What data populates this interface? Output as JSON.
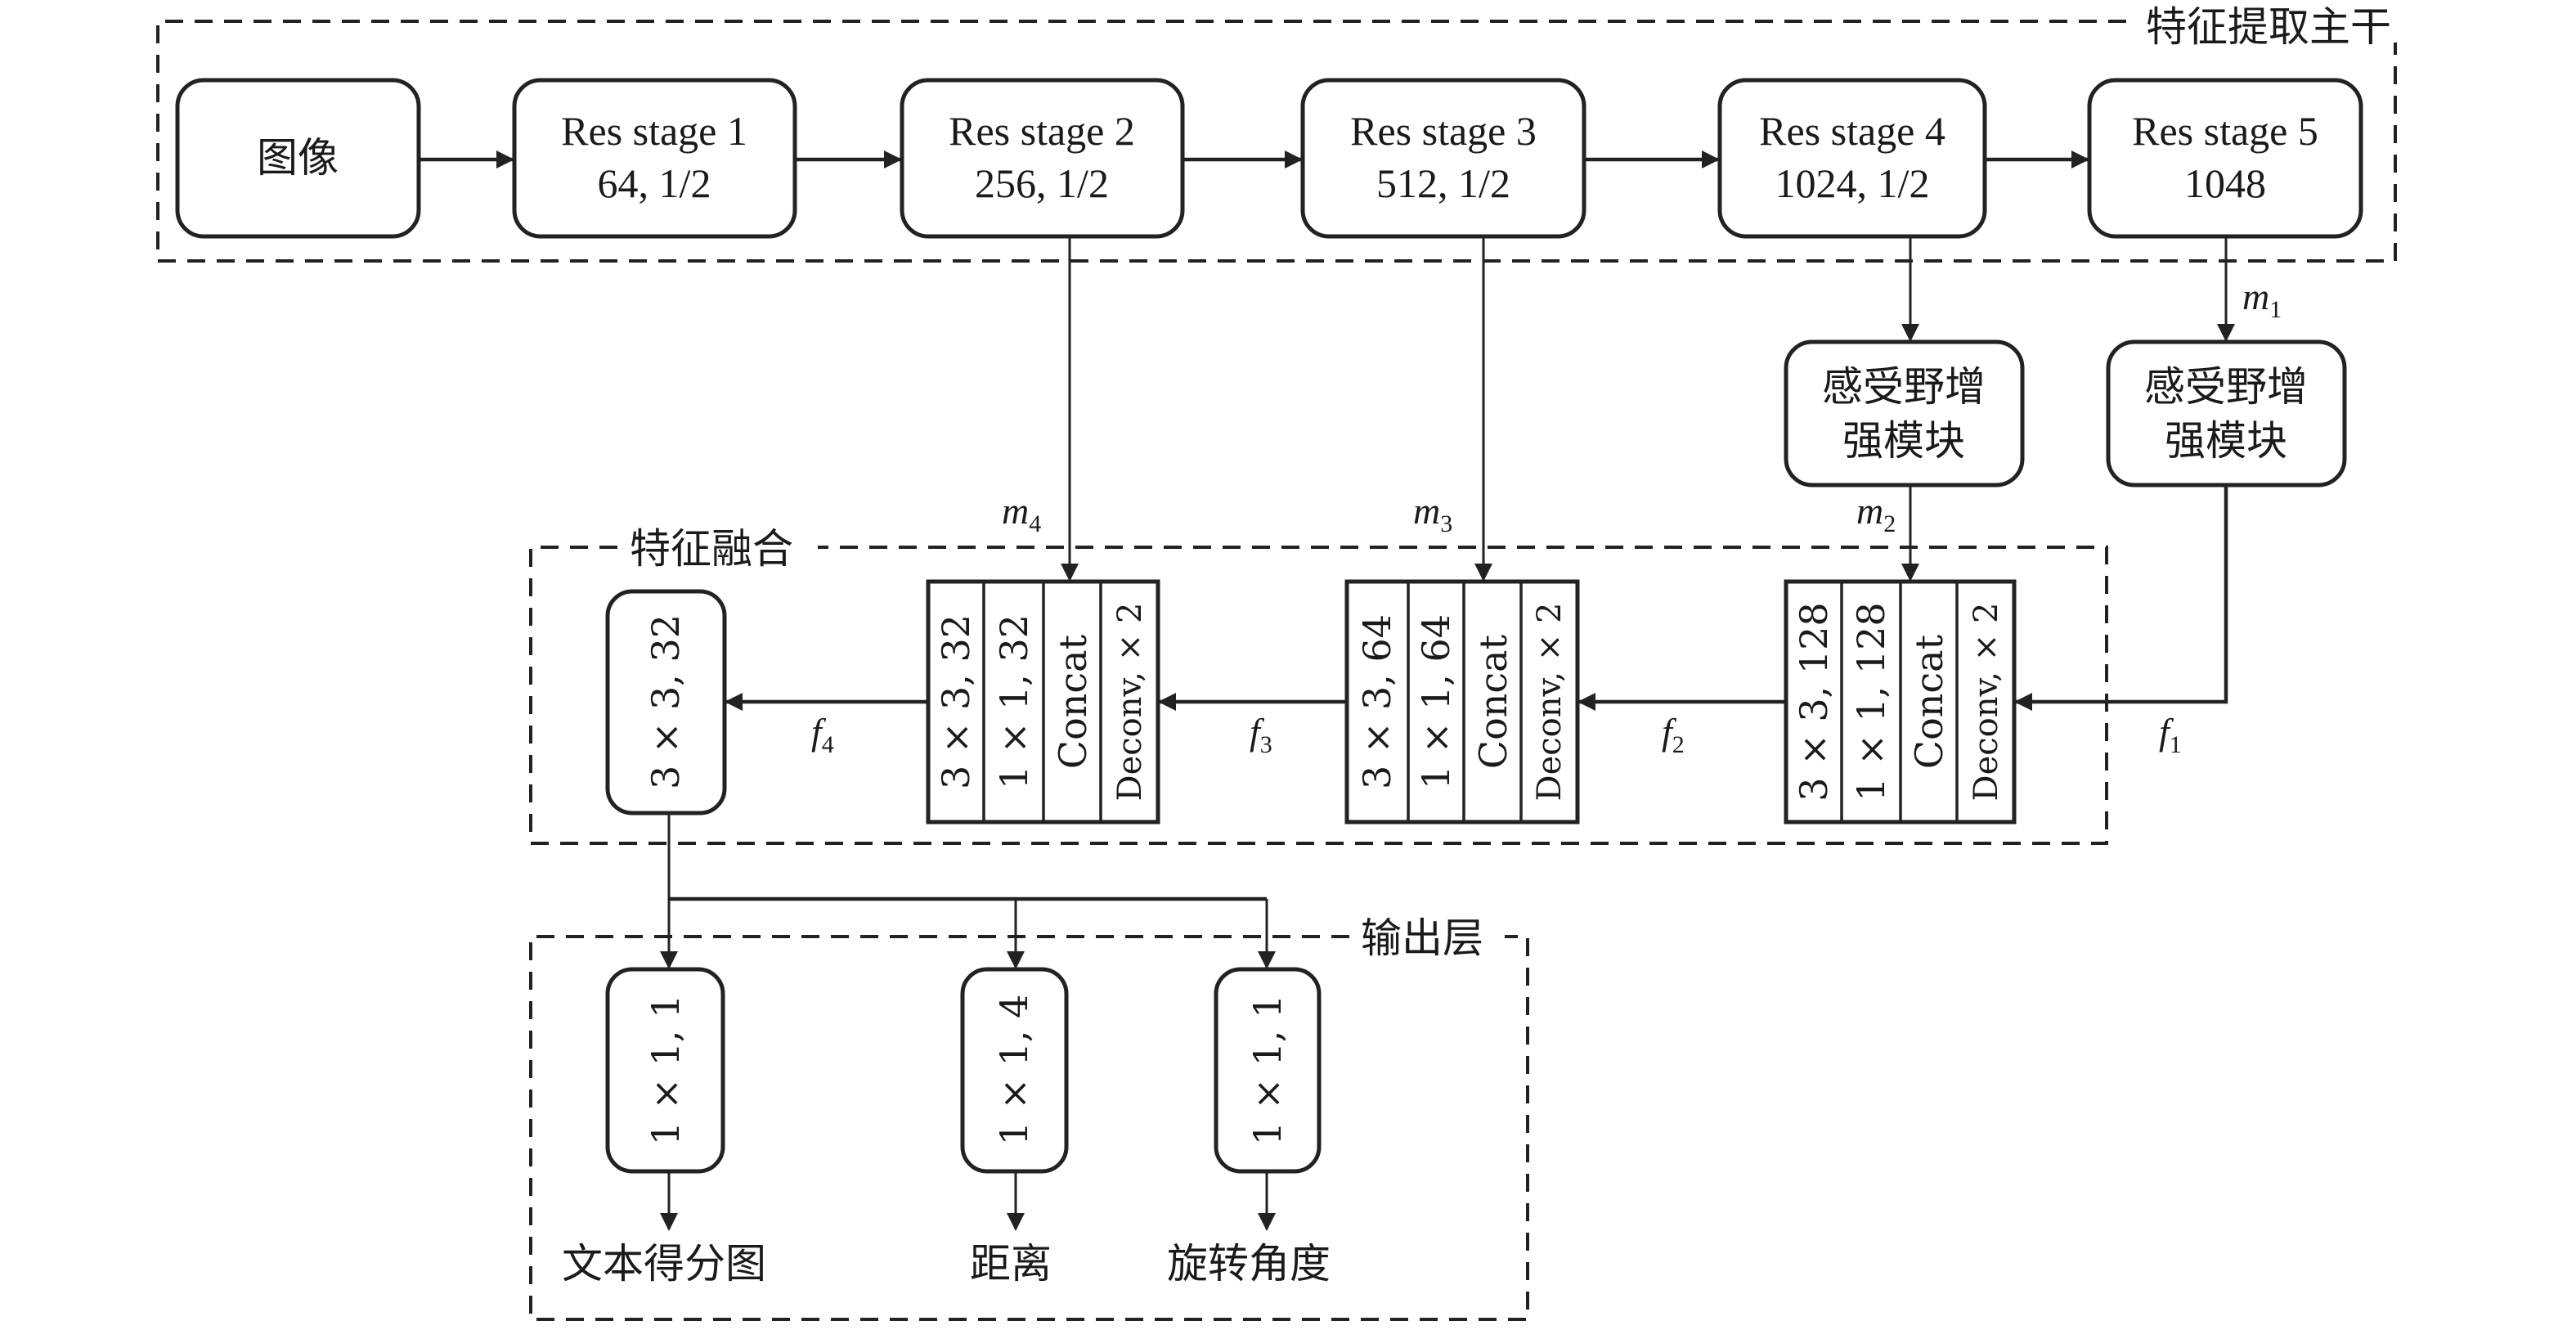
{
  "backbone": {
    "title": "特征提取主干",
    "input": "图像",
    "stages": [
      {
        "name": "Res stage 1",
        "detail": "64, 1/2"
      },
      {
        "name": "Res stage 2",
        "detail": "256, 1/2"
      },
      {
        "name": "Res stage 3",
        "detail": "512, 1/2"
      },
      {
        "name": "Res stage 4",
        "detail": "1024, 1/2"
      },
      {
        "name": "Res stage 5",
        "detail": "1048"
      }
    ]
  },
  "rfe_modules": [
    {
      "line1": "感受野增",
      "line2": "强模块"
    },
    {
      "line1": "感受野增",
      "line2": "强模块"
    }
  ],
  "signals": {
    "m1": {
      "base": "m",
      "sub": "1"
    },
    "m2": {
      "base": "m",
      "sub": "2"
    },
    "m3": {
      "base": "m",
      "sub": "3"
    },
    "m4": {
      "base": "m",
      "sub": "4"
    },
    "f1": {
      "base": "f",
      "sub": "1"
    },
    "f2": {
      "base": "f",
      "sub": "2"
    },
    "f3": {
      "base": "f",
      "sub": "3"
    },
    "f4": {
      "base": "f",
      "sub": "4"
    }
  },
  "fusion": {
    "title": "特征融合",
    "final_conv": "3 × 3, 32",
    "blocks": [
      {
        "conv3": "3 × 3, 32",
        "conv1": "1 × 1, 32",
        "concat": "Concat",
        "deconv": "Deconv, × 2"
      },
      {
        "conv3": "3 × 3, 64",
        "conv1": "1 × 1, 64",
        "concat": "Concat",
        "deconv": "Deconv, × 2"
      },
      {
        "conv3": "3 × 3, 128",
        "conv1": "1 × 1, 128",
        "concat": "Concat",
        "deconv": "Deconv, × 2"
      }
    ]
  },
  "output": {
    "title": "输出层",
    "heads": [
      {
        "conv": "1 × 1, 1",
        "label": "文本得分图"
      },
      {
        "conv": "1 × 1, 4",
        "label": "距离"
      },
      {
        "conv": "1 × 1, 1",
        "label": "旋转角度"
      }
    ]
  }
}
